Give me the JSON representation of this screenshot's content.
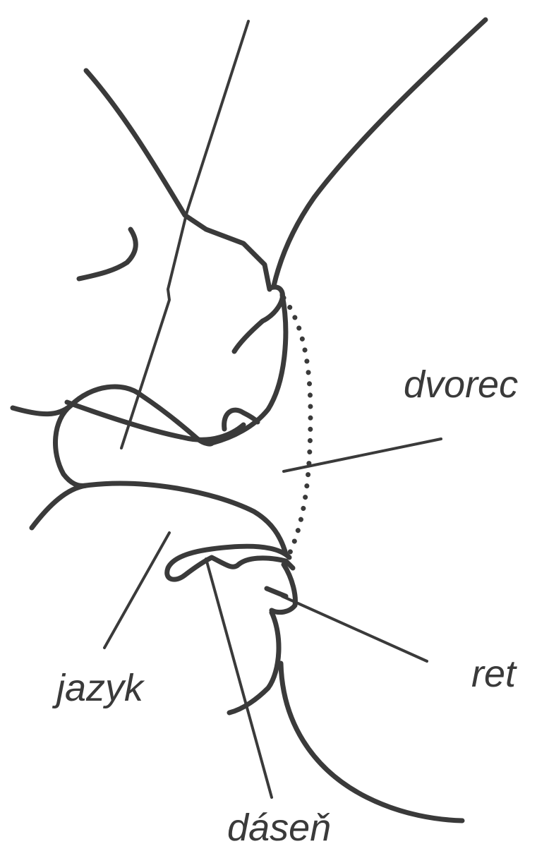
{
  "labels": {
    "dvorec": "dvorec",
    "jazyk": "jazyk",
    "ret": "ret",
    "dasen": "dáseň"
  },
  "colors": {
    "ink": "#3a3a3a",
    "background": "#ffffff"
  }
}
